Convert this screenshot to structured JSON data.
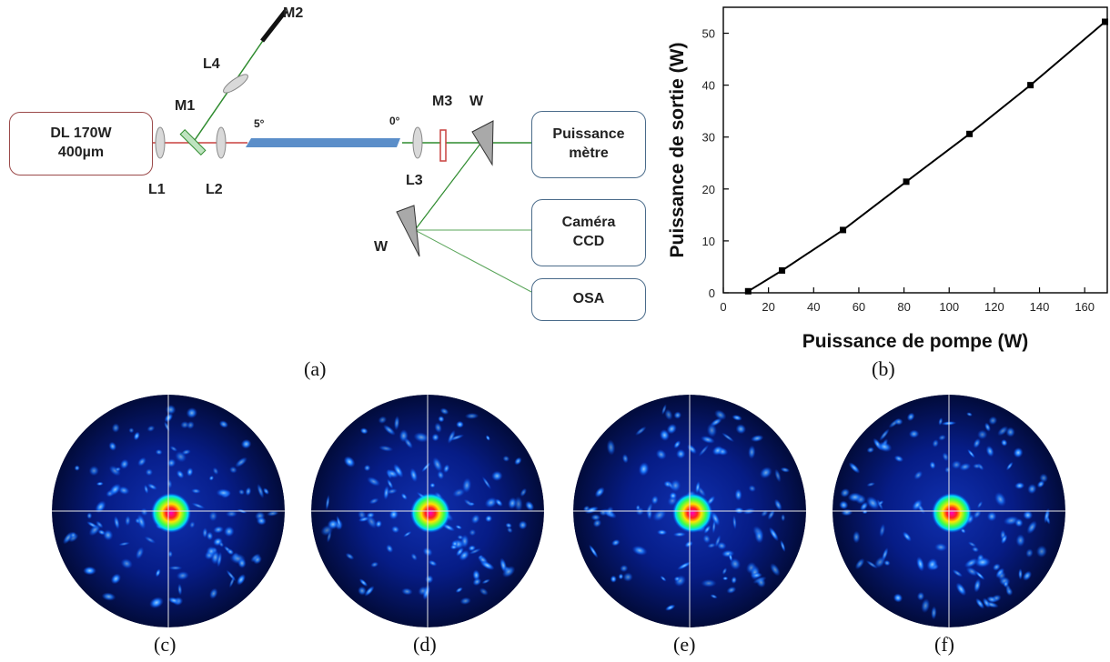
{
  "setup": {
    "laser": {
      "line1": "DL 170W",
      "line2": "400µm"
    },
    "lenses": {
      "l1": "L1",
      "l2": "L2",
      "l3": "L3",
      "l4": "L4"
    },
    "mirrors": {
      "m1": "M1",
      "m2": "M2",
      "m3": "M3"
    },
    "wedges": {
      "w_top": "W",
      "w_bottom": "W"
    },
    "angles": {
      "left": "5°",
      "right": "0°"
    },
    "detectors": {
      "power": {
        "line1": "Puissance",
        "line2": "mètre"
      },
      "camera": {
        "line1": "Caméra",
        "line2": "CCD"
      },
      "osa": {
        "line1": "OSA"
      }
    },
    "colors": {
      "pump_beam": "#c8403e",
      "signal_beam": "#2e8b2e",
      "fiber": "#5b8ec9"
    }
  },
  "captions": [
    "(a)",
    "(b)",
    "(c)",
    "(d)",
    "(e)",
    "(f)"
  ],
  "chart_data": {
    "type": "line",
    "x": [
      11,
      26,
      53,
      81,
      109,
      136,
      169
    ],
    "y": [
      0.3,
      4.3,
      12.1,
      21.4,
      30.6,
      40.0,
      52.2
    ],
    "xlabel": "Puissance de pompe (W)",
    "ylabel": "Puissance de sortie (W)",
    "xlim": [
      0,
      170
    ],
    "ylim": [
      0,
      55
    ],
    "xticks": [
      0,
      20,
      40,
      60,
      80,
      100,
      120,
      140,
      160
    ],
    "yticks": [
      0,
      10,
      20,
      30,
      40,
      50
    ],
    "markers": "square",
    "grid": false
  },
  "beam_profiles": [
    {
      "label": "(c)",
      "colormap": "jet"
    },
    {
      "label": "(d)",
      "colormap": "jet"
    },
    {
      "label": "(e)",
      "colormap": "jet"
    },
    {
      "label": "(f)",
      "colormap": "jet"
    }
  ]
}
